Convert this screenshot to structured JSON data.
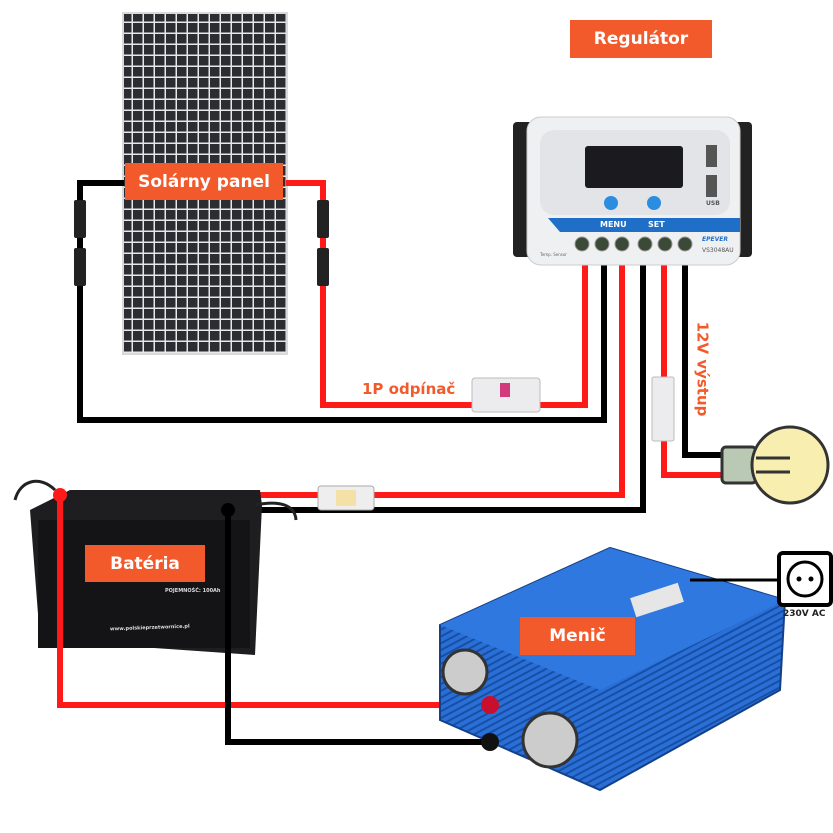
{
  "labels": {
    "solar_panel": "Solárny panel",
    "regulator": "Regulátor",
    "battery": "Batéria",
    "inverter": "Menič",
    "breaker": "1P odpínač",
    "output_12v": "12V výstup",
    "socket": "230V AC"
  },
  "regulator": {
    "menu_label": "MENU",
    "set_label": "SET",
    "usb_label": "USB",
    "brand": "EPEVER",
    "model": "VS3048AU",
    "temp_sensor": "Temp. Sensor"
  },
  "battery": {
    "capacity": "POJEMNOŚĆ: 100Ah",
    "website": "www.polskieprzetwornice.pl"
  },
  "colors": {
    "label_bg": "#f35a2b",
    "positive_wire": "#ff1a1a",
    "negative_wire": "#000000",
    "inverter_blue": "#1f63c8",
    "bulb": "#f8eeb0"
  }
}
